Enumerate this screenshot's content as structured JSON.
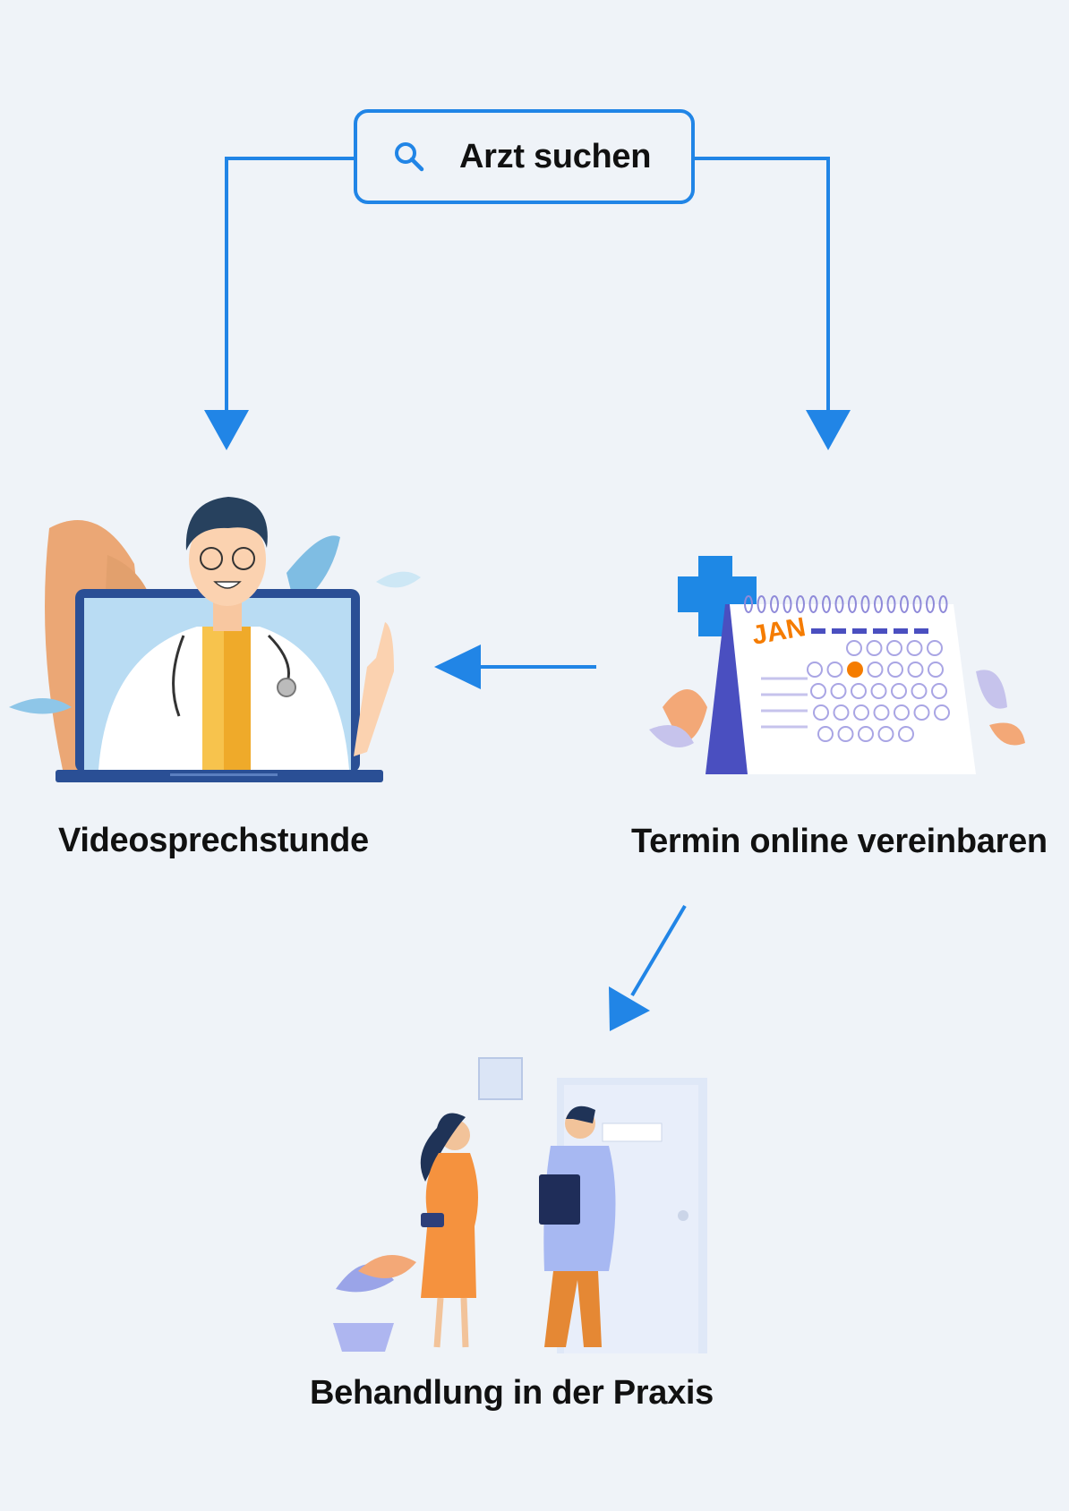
{
  "search": {
    "label": "Arzt suchen",
    "icon": "search-icon"
  },
  "steps": {
    "video": {
      "label": "Videosprechstunde"
    },
    "online": {
      "label": "Termin online vereinbaren",
      "calendar_month": "JAN"
    },
    "practice": {
      "label": "Behandlung in der Praxis"
    }
  },
  "colors": {
    "background": "#eff3f8",
    "accent": "#2185e6",
    "highlight": "#f57c00"
  }
}
